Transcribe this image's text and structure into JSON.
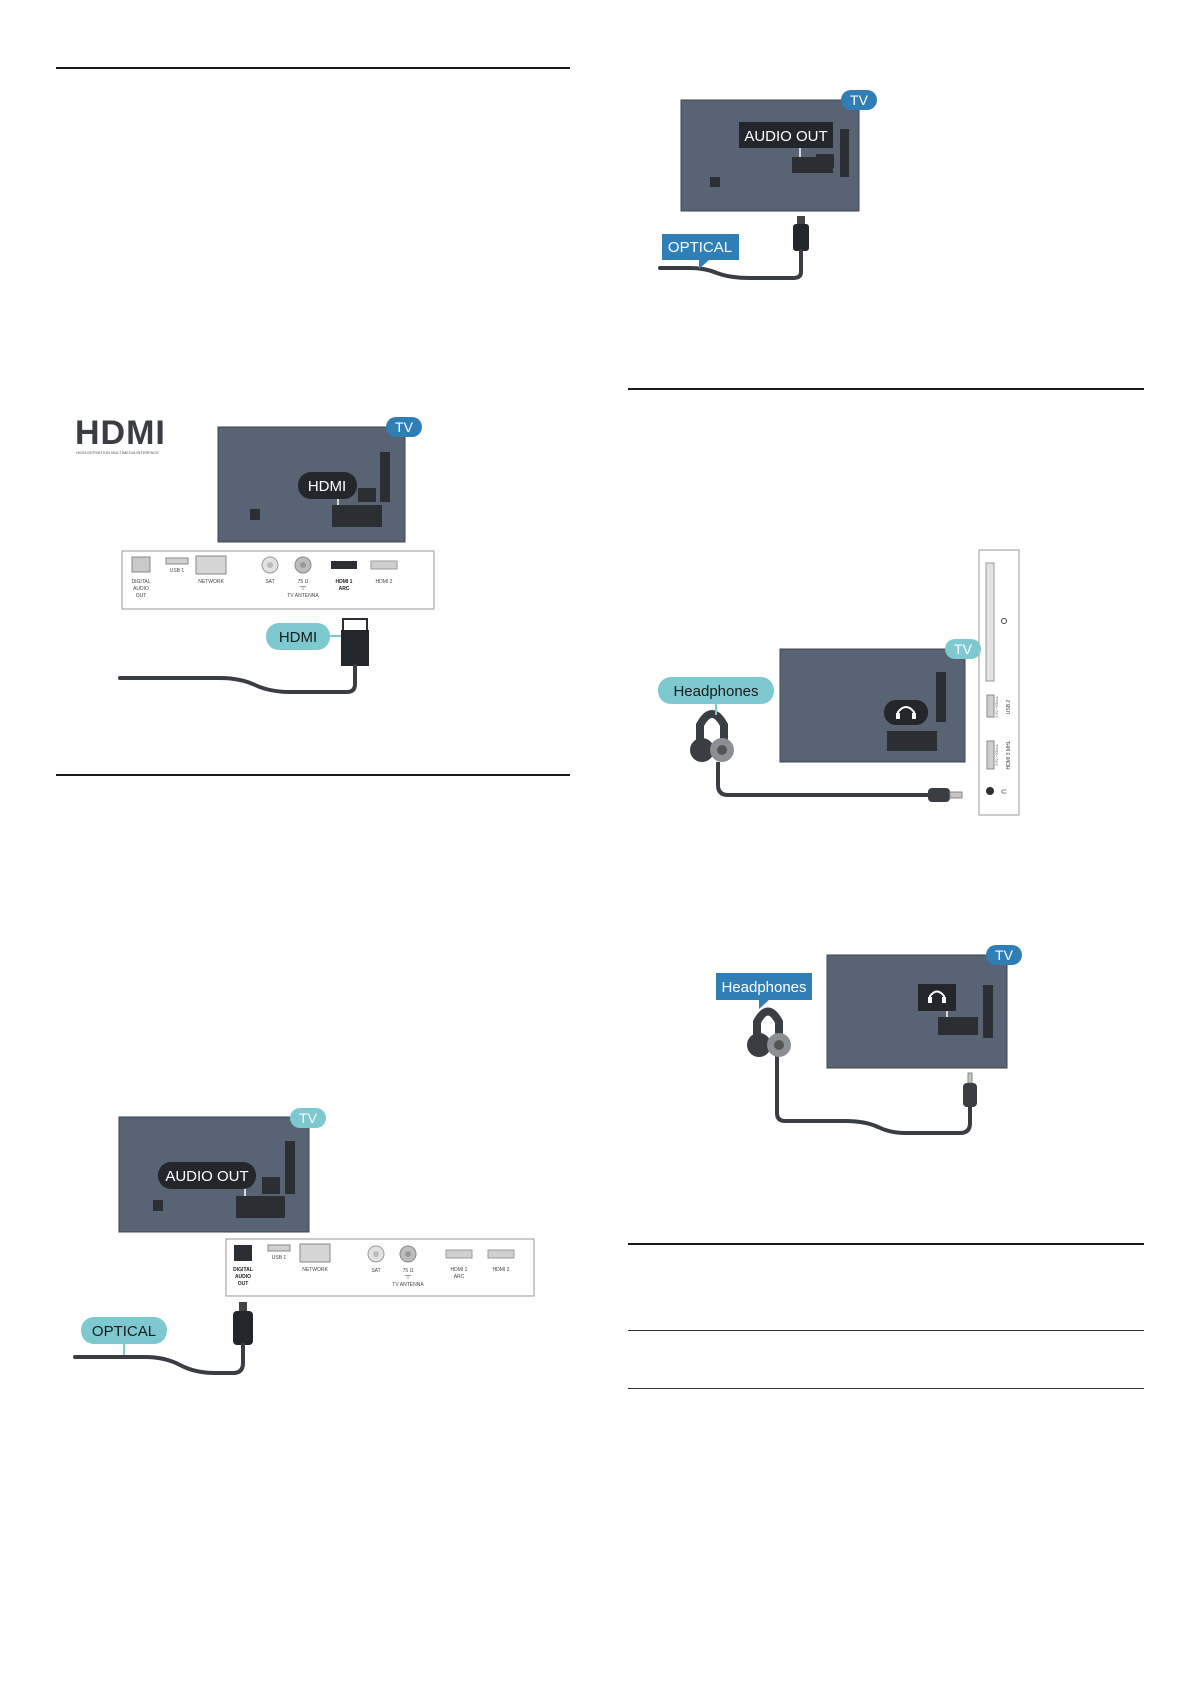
{
  "colors": {
    "tv_panel": "#586474",
    "tv_panel_dark": "#4a5565",
    "port_block": "#2b2e33",
    "cable": "#3a3d42",
    "label_teal": "#7ec8cf",
    "label_blue": "#2f7fb6",
    "label_dark": "#23272b",
    "rule": "#1a1a1a"
  },
  "logos": {
    "hdmi_logo": "HDMI",
    "hdmi_tagline": "HIGH-DEFINITION MULTIMEDIA INTERFACE"
  },
  "labels": {
    "tv": "TV",
    "hdmi": "HDMI",
    "audio_out": "AUDIO OUT",
    "optical": "OPTICAL",
    "headphones": "Headphones"
  },
  "port_panel": {
    "digital_audio_out": [
      "DIGITAL",
      "AUDIO",
      "OUT"
    ],
    "usb1": "USB 1",
    "network": "NETWORK",
    "sat": "SAT",
    "antenna_75": "75 Ω",
    "antenna_sub": "\"T\"",
    "tv_antenna": "TV ANTENNA",
    "hdmi1": "HDMI 1",
    "hdmi1_arc": "ARC",
    "hdmi2": "HDMI 2"
  },
  "side_panel": {
    "usb2": "USB 2",
    "usb_spec": "5.0V / 500mA",
    "hdmi3_mhl": "HDMI 3 MHL",
    "mhl_spec": "5.0V / 900mA"
  }
}
